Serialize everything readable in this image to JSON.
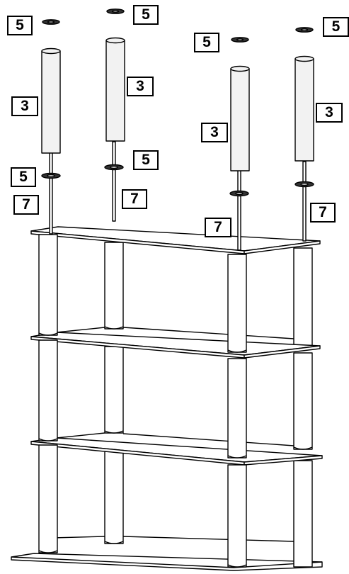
{
  "parts": {
    "cap": {
      "number": "5"
    },
    "post": {
      "number": "3"
    },
    "rod": {
      "number": "7"
    }
  },
  "colors": {
    "line": "#000000",
    "fill": "#ffffff",
    "post_fill": "#f2f2f2"
  }
}
